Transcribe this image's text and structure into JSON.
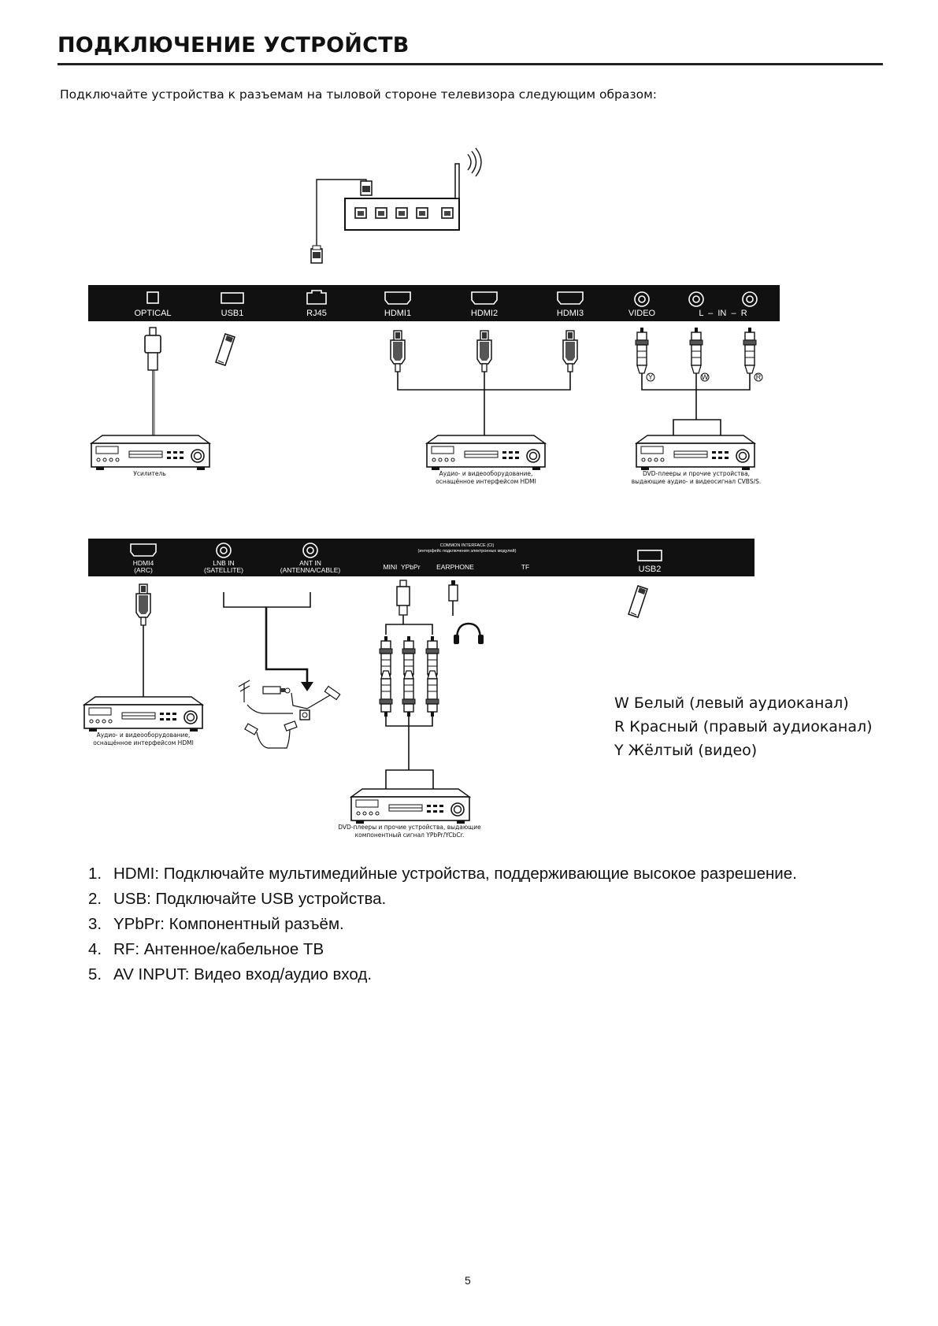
{
  "header": {
    "title": "ПОДКЛЮЧЕНИЕ УСТРОЙСТВ",
    "intro": "Подключайте устройства к разъемам на тыловой стороне телевизора следующим образом:"
  },
  "panel_top": {
    "ports": {
      "optical": "OPTICAL",
      "usb1": "USB1",
      "rj45": "RJ45",
      "hdmi1": "HDMI1",
      "hdmi2": "HDMI2",
      "hdmi3": "HDMI3",
      "video": "VIDEO",
      "lin_r": "L  –  IN  –  R"
    }
  },
  "panel_bottom": {
    "ports": {
      "hdmi4_line1": "HDMI4",
      "hdmi4_line2": "(ARC)",
      "lnb_line1": "LNB IN",
      "lnb_line2": "(SATELLITE)",
      "ant_line1": "ANT IN",
      "ant_line2": "(ANTENNA/CABLE)",
      "ci_line1": "COMMON INTERFACE (CI)",
      "ci_line2": "(интерфейс подключения электронных модулей)",
      "mini_ypbpr": "MINI  YPbPr",
      "earphone": "EARPHONE",
      "tf": "TF",
      "usb2": "USB2"
    }
  },
  "plug_markers": {
    "y": "Y",
    "w": "W",
    "r": "R"
  },
  "devices": {
    "amplifier": "Усилитель",
    "hdmi_top_line1": "Аудио- и видеооборудование,",
    "hdmi_top_line2": "оснащённое интерфейсом HDMI",
    "dvd_cvbs_line1": "DVD-плееры и прочие устройства,",
    "dvd_cvbs_line2": "выдающие аудио- и видеосигнал CVBS/S.",
    "hdmi_bottom_line1": "Аудио- и видеооборудование,",
    "hdmi_bottom_line2": "оснащённое интерфейсом HDMI",
    "dvd_ypbpr_line1": "DVD-плееры и прочие устройства, выдающие",
    "dvd_ypbpr_line2": "компонентный сигнал YPbPr/YCbCr."
  },
  "legend": [
    "W Белый (левый аудиоканал)",
    "R Красный (правый аудиоканал)",
    "Y Жёлтый (видео)"
  ],
  "notes": [
    {
      "num": "1.",
      "text": "HDMI: Подключайте мультимедийные устройства, поддерживающие высокое разрешение."
    },
    {
      "num": "2.",
      "text": "USB: Подключайте USB устройства."
    },
    {
      "num": "3.",
      "text": "YPbPr: Компонентный разъём."
    },
    {
      "num": "4.",
      "text": "RF: Антенное/кабельное ТВ"
    },
    {
      "num": "5.",
      "text": "AV INPUT: Видео вход/аудио вход."
    }
  ],
  "page_number": "5"
}
